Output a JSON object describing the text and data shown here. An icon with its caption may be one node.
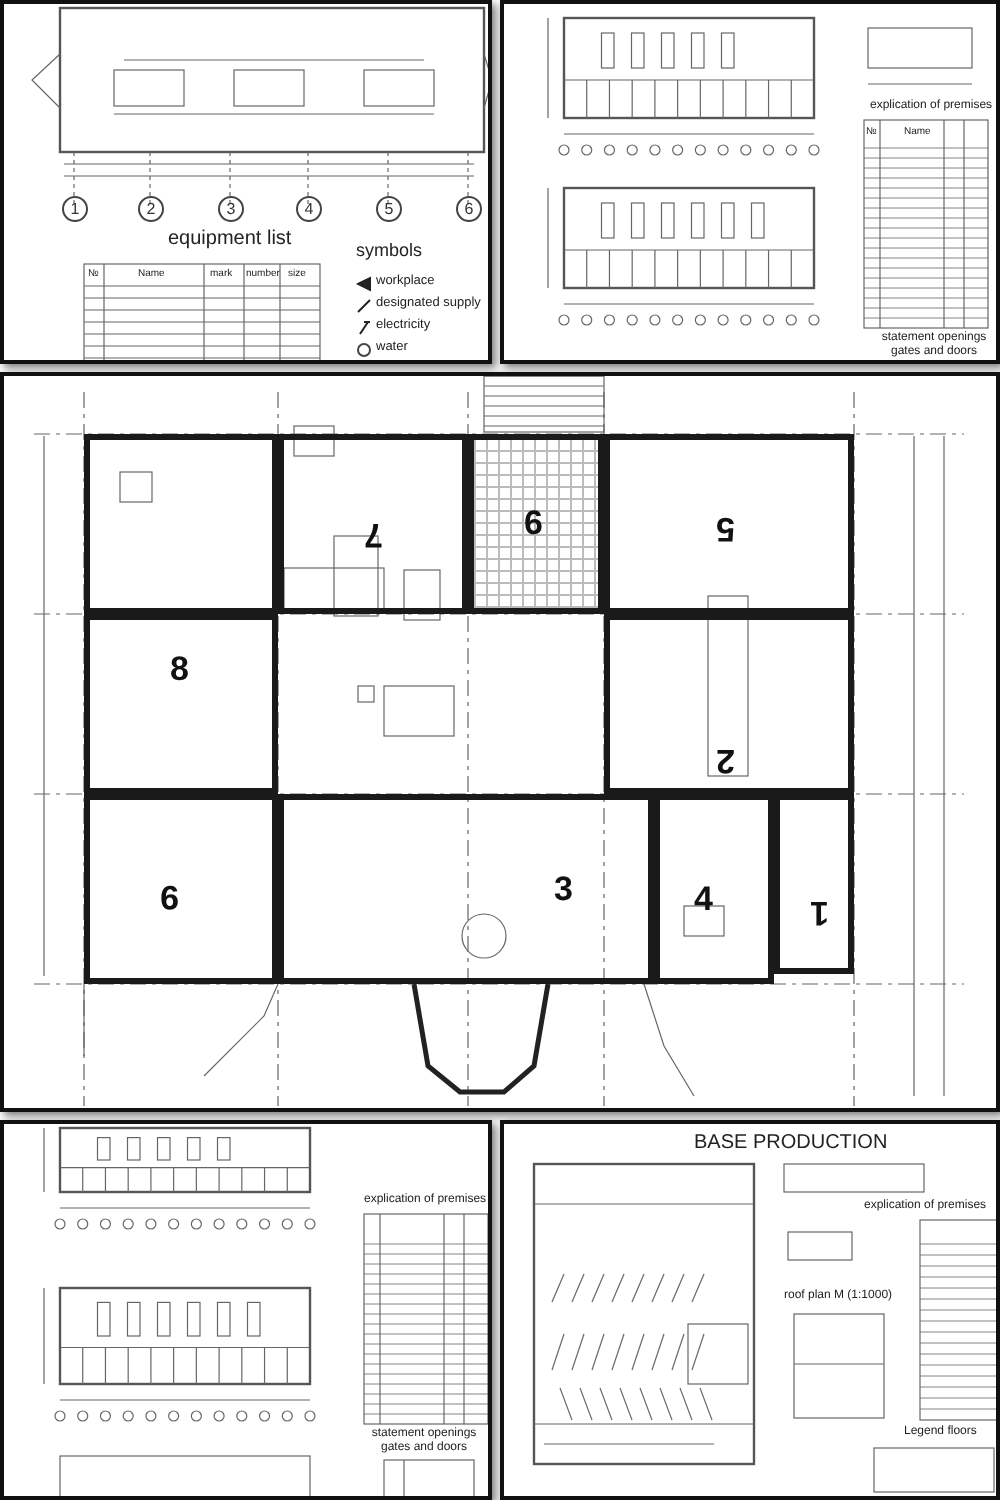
{
  "diagram": {
    "nodes": [
      {
        "text": [],
        "shape": "box"
      },
      {
        "text": [
          "7"
        ]
      },
      {
        "text": [
          "6"
        ]
      },
      {
        "text": [
          "5"
        ]
      },
      {
        "text": [
          "8"
        ]
      },
      {
        "text": [
          "2"
        ]
      },
      {
        "text": [
          "9"
        ]
      },
      {
        "text": [
          "3"
        ]
      },
      {
        "text": [
          "4"
        ]
      },
      {
        "text": [
          "1"
        ]
      }
    ],
    "labels": [
      "1",
      "2",
      "3",
      "4",
      "5",
      "6",
      "equipment list",
      "№",
      "Name",
      "mark",
      "number",
      "size",
      "symbols",
      "workplace",
      "designated supply",
      "electricity",
      "water",
      "explication of premises",
      "№",
      "Name",
      "statement openings gates and doors",
      "BASE PRODUCTION",
      "explication of premises",
      "roof plan M (1:1000)",
      "Legend floors",
      "explication of premises",
      "statement openings gates and doors"
    ]
  }
}
